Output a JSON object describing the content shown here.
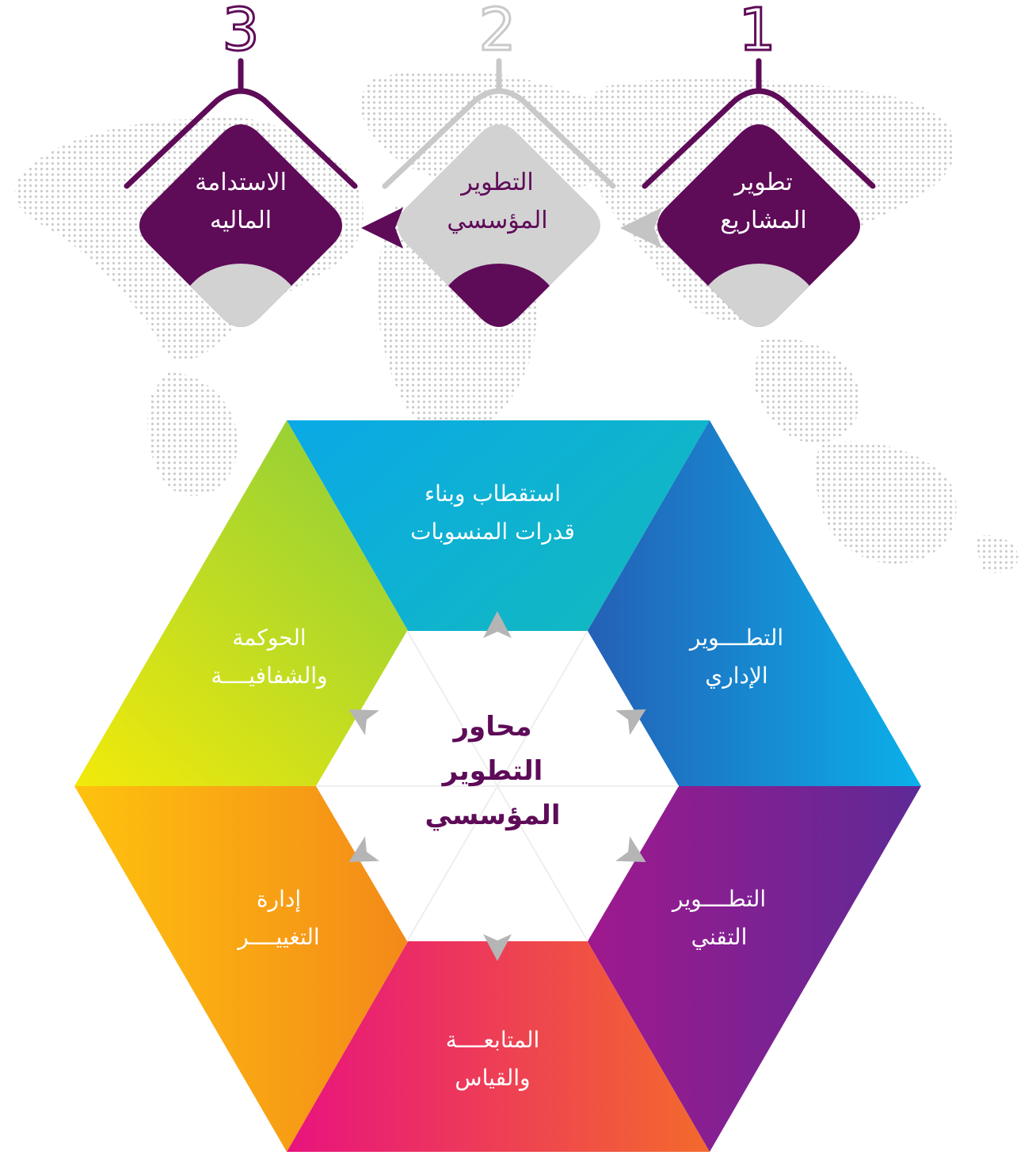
{
  "colors": {
    "purple": "#5e0b58",
    "grey": "#d2d2d2",
    "map_dots": "#cfcfcf"
  },
  "steps": [
    {
      "number": "1",
      "line1": "تطوير",
      "line2": "المشاريع",
      "fill": "purple"
    },
    {
      "number": "2",
      "line1": "التطوير",
      "line2": "المؤسسي",
      "fill": "grey"
    },
    {
      "number": "3",
      "line1": "الاستدامة",
      "line2": "الماليه",
      "fill": "purple"
    }
  ],
  "hexagon": {
    "center_title": [
      "محاور",
      "التطوير",
      "المؤسسي"
    ],
    "segments": [
      {
        "id": "top",
        "line1": "استقطاب وبناء",
        "line2": "قدرات المنسوبات",
        "colors": [
          "#0aa9e6",
          "#15c0b0"
        ]
      },
      {
        "id": "top-right",
        "line1": "التطــــوير",
        "line2": "الإداري",
        "colors": [
          "#2b4aa8",
          "#0bb0ea"
        ]
      },
      {
        "id": "bottom-right",
        "line1": "التطــــوير",
        "line2": "التقني",
        "colors": [
          "#b0148c",
          "#5e2a96"
        ]
      },
      {
        "id": "bottom",
        "line1": "المتابعــــة",
        "line2": "والقياس",
        "colors": [
          "#e8137e",
          "#f36a2c"
        ]
      },
      {
        "id": "bottom-left",
        "line1": "إدارة",
        "line2": "التغييــــر",
        "colors": [
          "#ffc20e",
          "#f07a1c"
        ]
      },
      {
        "id": "top-left",
        "line1": "الحوكمة",
        "line2": "والشفافيــــة",
        "colors": [
          "#f2ea0a",
          "#7cc943"
        ]
      }
    ]
  }
}
